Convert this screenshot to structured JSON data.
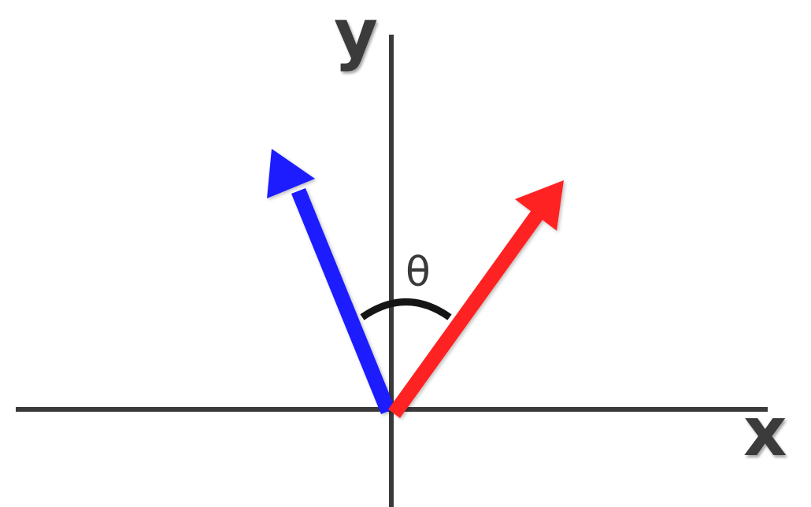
{
  "diagram": {
    "axes": {
      "x_label": "x",
      "y_label": "y",
      "axis_color": "#3a3a3a"
    },
    "vectors": [
      {
        "name": "blue-vector",
        "color": "#1f1fff"
      },
      {
        "name": "red-vector",
        "color": "#ff2020"
      }
    ],
    "angle": {
      "label": "θ",
      "arc_color": "#151515"
    }
  }
}
